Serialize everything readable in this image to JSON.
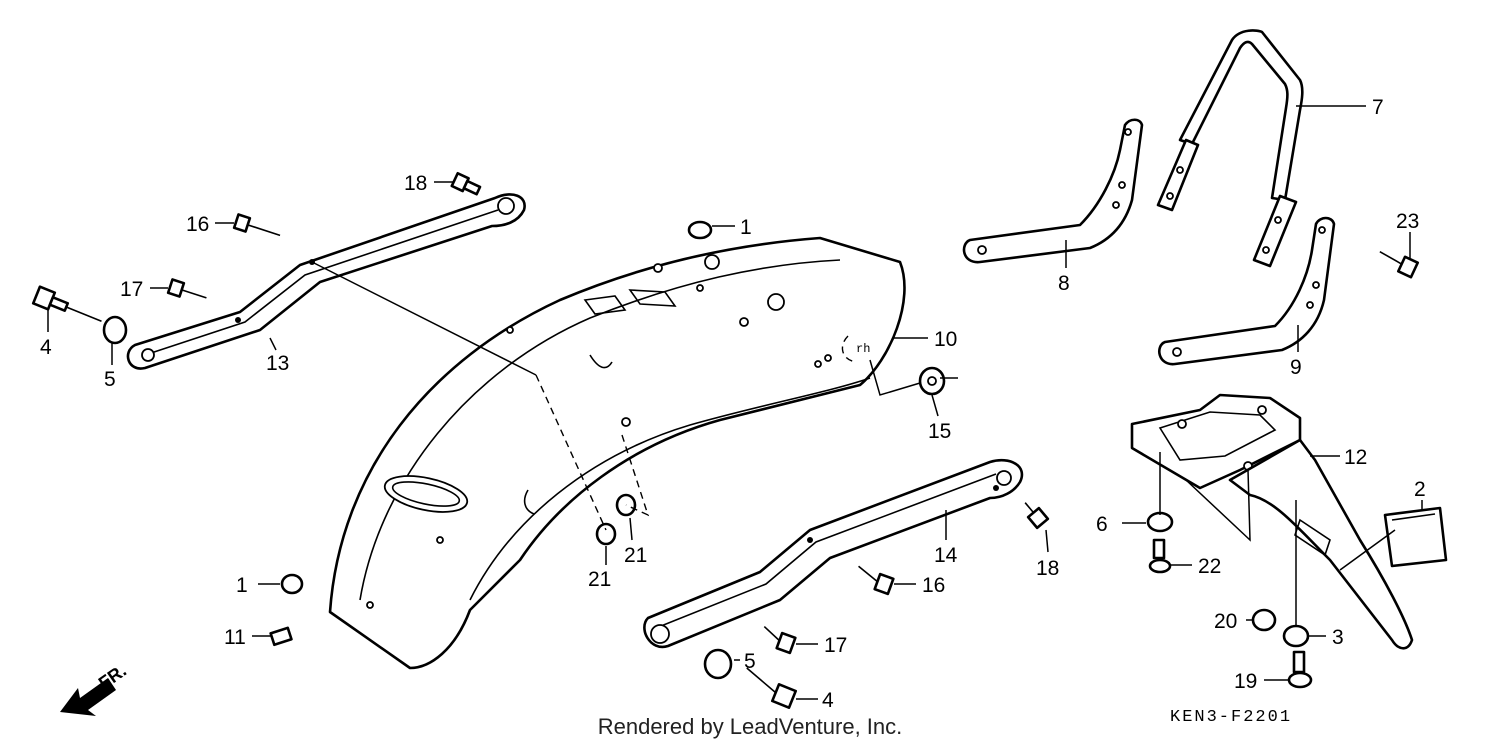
{
  "callouts": [
    {
      "id": "c1a",
      "text": "1"
    },
    {
      "id": "c1b",
      "text": "1"
    },
    {
      "id": "c2",
      "text": "2"
    },
    {
      "id": "c3",
      "text": "3"
    },
    {
      "id": "c4a",
      "text": "4"
    },
    {
      "id": "c4b",
      "text": "4"
    },
    {
      "id": "c5a",
      "text": "5"
    },
    {
      "id": "c5b",
      "text": "5"
    },
    {
      "id": "c6",
      "text": "6"
    },
    {
      "id": "c7",
      "text": "7"
    },
    {
      "id": "c8",
      "text": "8"
    },
    {
      "id": "c9",
      "text": "9"
    },
    {
      "id": "c10",
      "text": "10"
    },
    {
      "id": "c11",
      "text": "11"
    },
    {
      "id": "c12",
      "text": "12"
    },
    {
      "id": "c13",
      "text": "13"
    },
    {
      "id": "c14",
      "text": "14"
    },
    {
      "id": "c15",
      "text": "15"
    },
    {
      "id": "c16a",
      "text": "16"
    },
    {
      "id": "c16b",
      "text": "16"
    },
    {
      "id": "c17a",
      "text": "17"
    },
    {
      "id": "c17b",
      "text": "17"
    },
    {
      "id": "c18a",
      "text": "18"
    },
    {
      "id": "c18b",
      "text": "18"
    },
    {
      "id": "c19",
      "text": "19"
    },
    {
      "id": "c20",
      "text": "20"
    },
    {
      "id": "c21a",
      "text": "21"
    },
    {
      "id": "c21b",
      "text": "21"
    },
    {
      "id": "c22",
      "text": "22"
    },
    {
      "id": "c23",
      "text": "23"
    }
  ],
  "direction_label": "FR.",
  "diagram_code": "KEN3-F2201",
  "footer": "Rendered by LeadVenture, Inc."
}
